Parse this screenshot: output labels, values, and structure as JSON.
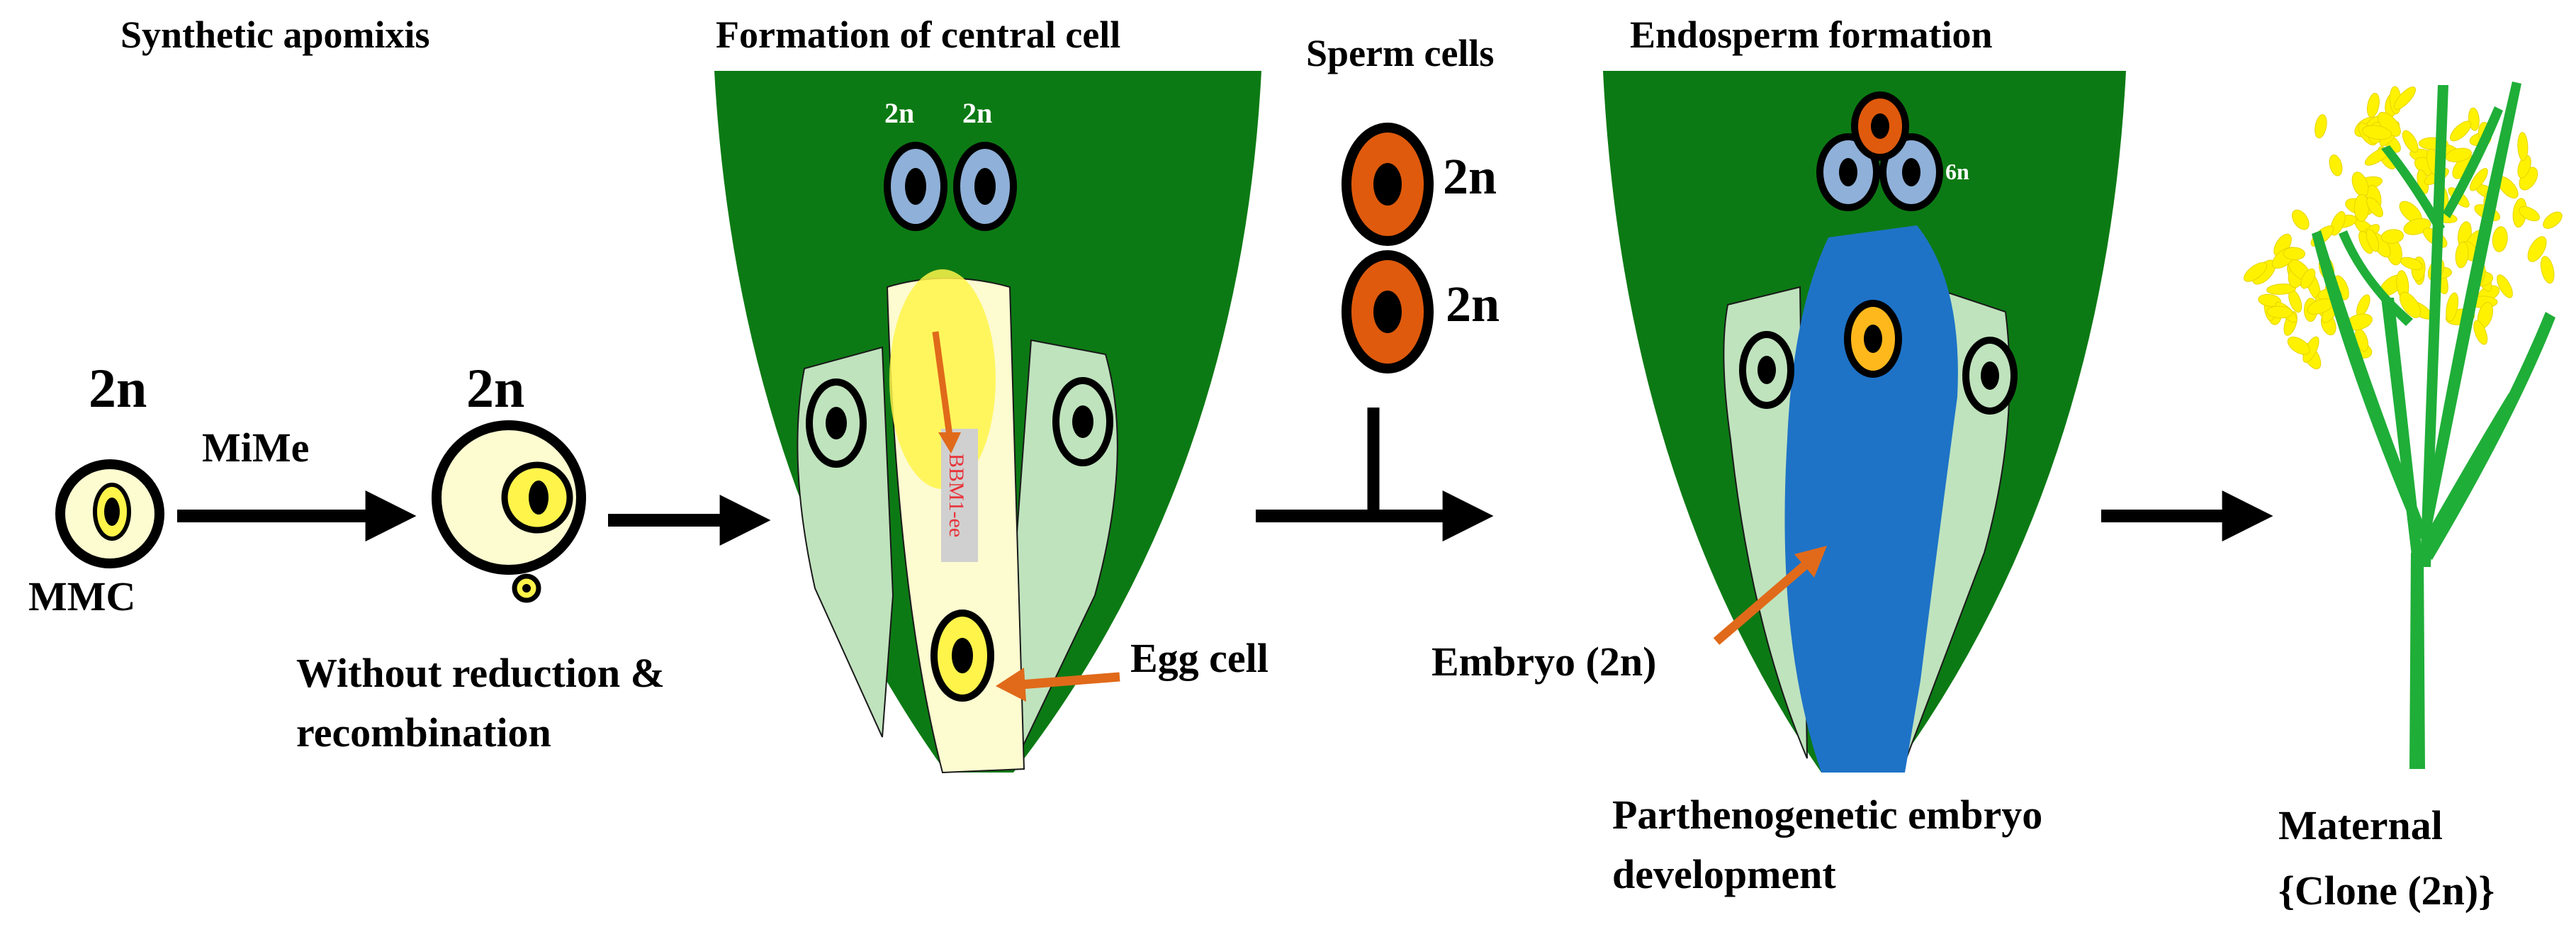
{
  "titles": {
    "synthetic": "Synthetic apomixis",
    "central": "Formation of central cell",
    "sperm": "Sperm cells",
    "endosperm": "Endosperm formation"
  },
  "labels": {
    "mmc_ploidy": "2n",
    "mime": "MiMe",
    "mmc": "MMC",
    "unreduced_ploidy": "2n",
    "without_line1": "Without reduction &",
    "without_line2": "recombination",
    "ovule_left_ploidy": "2n",
    "ovule_right_ploidy": "2n",
    "bbm": "BBM1-ee",
    "egg_cell": "Egg cell",
    "sperm1_ploidy": "2n",
    "sperm2_ploidy": "2n",
    "endo_ploidy": "6n",
    "embryo": "Embryo (2n)",
    "partheno_line1": "Parthenogenetic embryo",
    "partheno_line2": "development",
    "maternal_line1": "Maternal",
    "maternal_line2": "{Clone (2n)}"
  },
  "colors": {
    "ovule_green": "#0c7a14",
    "pale_green": "#bfe3bd",
    "cream": "#fdfbd0",
    "yellow": "#fff44a",
    "blue_cell": "#8fb0d8",
    "orange_cell": "#df5a0c",
    "embryo_blue": "#1e73c7",
    "arrow_orange": "#e06a1a",
    "plant_green": "#1fae38"
  }
}
